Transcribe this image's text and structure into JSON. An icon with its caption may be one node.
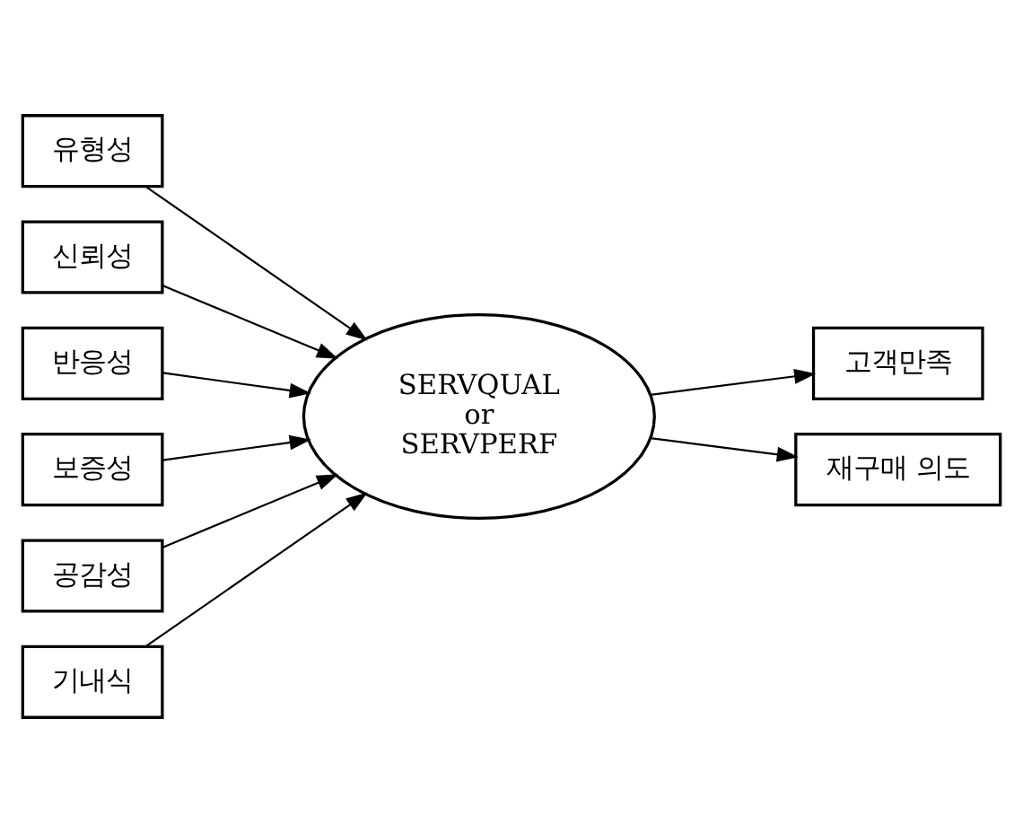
{
  "diagram": {
    "nodes": [
      {
        "text": [
          "유형성"
        ]
      },
      {
        "text": [
          "신뢰성"
        ]
      },
      {
        "text": [
          "반응성"
        ]
      },
      {
        "text": [
          "보증성"
        ]
      },
      {
        "text": [
          "공감성"
        ]
      },
      {
        "text": [
          "기내식"
        ]
      },
      {
        "text": [
          "SERVQUAL or SERVPERF"
        ]
      },
      {
        "text": [
          "고객만족"
        ]
      },
      {
        "text": [
          "재구매 의도"
        ]
      }
    ],
    "edges": [
      {
        "from": 0,
        "to": 6,
        "arrow": "to"
      },
      {
        "from": 1,
        "to": 6,
        "arrow": "to"
      },
      {
        "from": 2,
        "to": 6,
        "arrow": "to"
      },
      {
        "from": 3,
        "to": 6,
        "arrow": "to"
      },
      {
        "from": 4,
        "to": 6,
        "arrow": "to"
      },
      {
        "from": 5,
        "to": 6,
        "arrow": "to"
      },
      {
        "from": 6,
        "to": 7,
        "arrow": "to"
      },
      {
        "from": 6,
        "to": 8,
        "arrow": "to"
      }
    ]
  }
}
